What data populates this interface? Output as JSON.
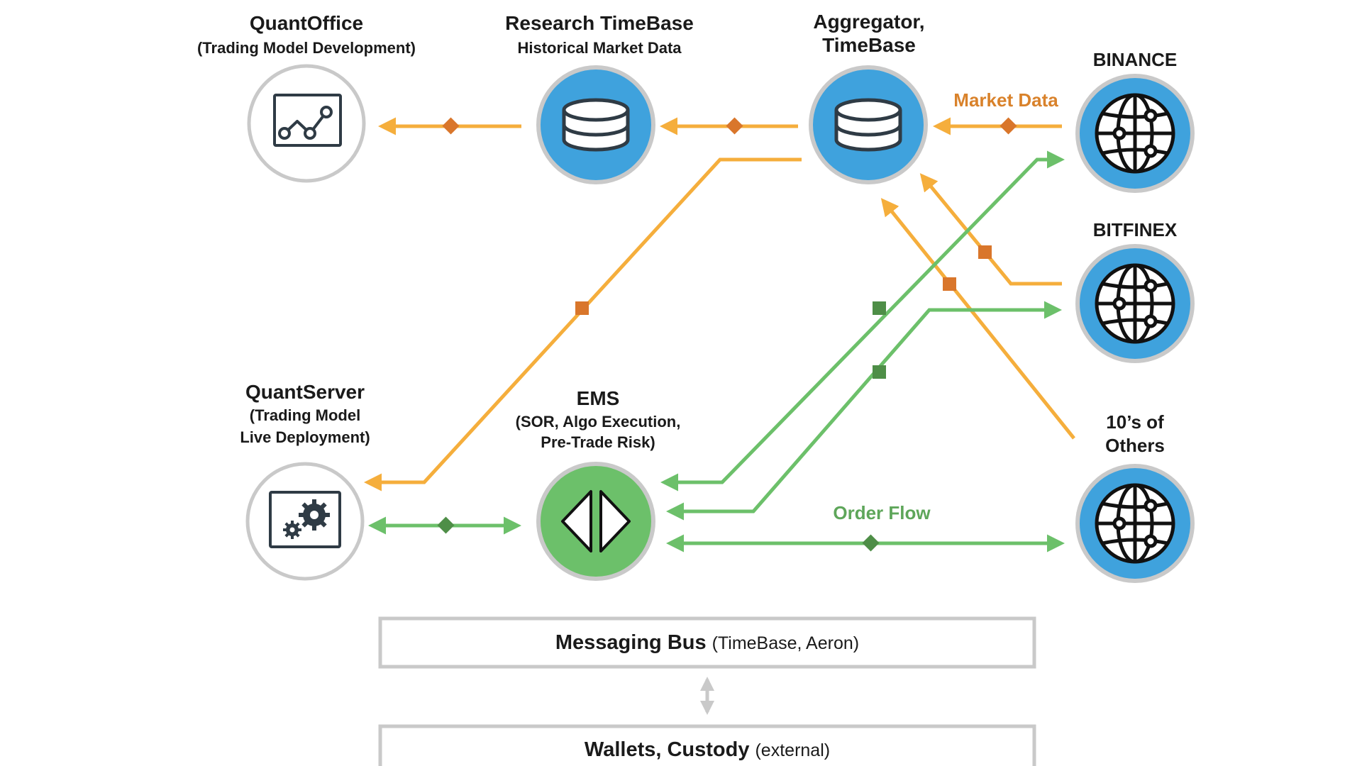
{
  "colors": {
    "orange_line": "#F5AE3C",
    "orange_marker": "#D9762B",
    "orange_text": "#D9822B",
    "green_line": "#6CC06A",
    "green_marker": "#4E8E47",
    "green_text": "#5EA65A",
    "blue_node": "#3FA2DD",
    "green_node": "#6CC06A",
    "node_ring": "#C9C9C9",
    "box_border": "#C9C9C9",
    "dark_icon": "#2F3B45"
  },
  "nodes": {
    "quantoffice": {
      "title": "QuantOffice",
      "subtitle": "(Trading Model Development)",
      "icon": "chart-monitor-icon"
    },
    "research_timebase": {
      "title": "Research TimeBase",
      "subtitle": "Historical Market Data",
      "icon": "database-icon"
    },
    "aggregator": {
      "title_line1": "Aggregator,",
      "title_line2": "TimeBase",
      "icon": "database-icon"
    },
    "binance": {
      "title": "BINANCE",
      "icon": "globe-network-icon"
    },
    "bitfinex": {
      "title": "BITFINEX",
      "icon": "globe-network-icon"
    },
    "others": {
      "title_line1": "10’s of",
      "title_line2": "Others",
      "icon": "globe-network-icon"
    },
    "quantserver": {
      "title": "QuantServer",
      "subtitle_line1": "(Trading Model",
      "subtitle_line2": "Live Deployment)",
      "icon": "gears-monitor-icon"
    },
    "ems": {
      "title": "EMS",
      "subtitle_line1": "(SOR, Algo Execution,",
      "subtitle_line2": "Pre-Trade Risk)",
      "icon": "split-arrows-icon"
    }
  },
  "flows": {
    "market_data_label": "Market Data",
    "order_flow_label": "Order Flow"
  },
  "boxes": {
    "messaging_bus": {
      "bold": "Messaging Bus",
      "normal": "(TimeBase, Aeron)"
    },
    "wallets": {
      "bold": "Wallets, Custody",
      "normal": "(external)"
    }
  }
}
